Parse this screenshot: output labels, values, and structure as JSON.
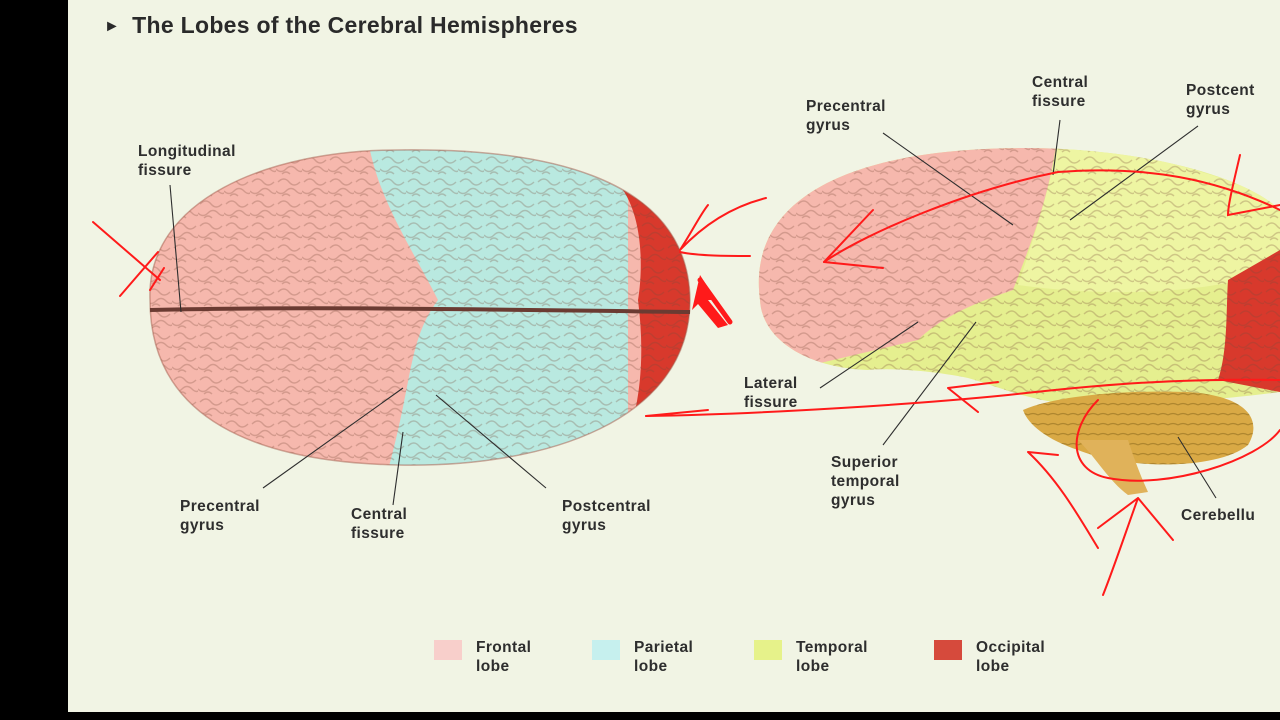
{
  "title": {
    "marker": "►",
    "text": "The Lobes of the Cerebral Hemispheres"
  },
  "top_view": {
    "labels": {
      "longitudinal_fissure": [
        "Longitudinal",
        "fissure"
      ],
      "precentral_gyrus": [
        "Precentral",
        "gyrus"
      ],
      "central_fissure": [
        "Central",
        "fissure"
      ],
      "postcentral_gyrus": [
        "Postcentral",
        "gyrus"
      ]
    }
  },
  "side_view": {
    "labels": {
      "precentral_gyrus": [
        "Precentral",
        "gyrus"
      ],
      "central_fissure": [
        "Central",
        "fissure"
      ],
      "postcentral_gyrus": [
        "Postcent",
        "gyrus"
      ],
      "lateral_fissure": [
        "Lateral",
        "fissure"
      ],
      "superior_temporal_gyrus": [
        "Superior",
        "temporal",
        "gyrus"
      ],
      "cerebellum": [
        "Cerebellu"
      ]
    }
  },
  "legend": [
    {
      "label": [
        "Frontal",
        "lobe"
      ],
      "color": "#f8cfcb"
    },
    {
      "label": [
        "Parietal",
        "lobe"
      ],
      "color": "#c6f0ee"
    },
    {
      "label": [
        "Temporal",
        "lobe"
      ],
      "color": "#e6f28a"
    },
    {
      "label": [
        "Occipital",
        "lobe"
      ],
      "color": "#d64a3c"
    }
  ],
  "colors": {
    "background": "#f1f4e4",
    "frontal": "#f6b8ad",
    "parietal": "#b9e9e0",
    "temporal": "#e5ef8f",
    "occipital": "#d8392c",
    "cerebellum": "#d9a945",
    "annotation_ink": "#ff1a1a"
  }
}
